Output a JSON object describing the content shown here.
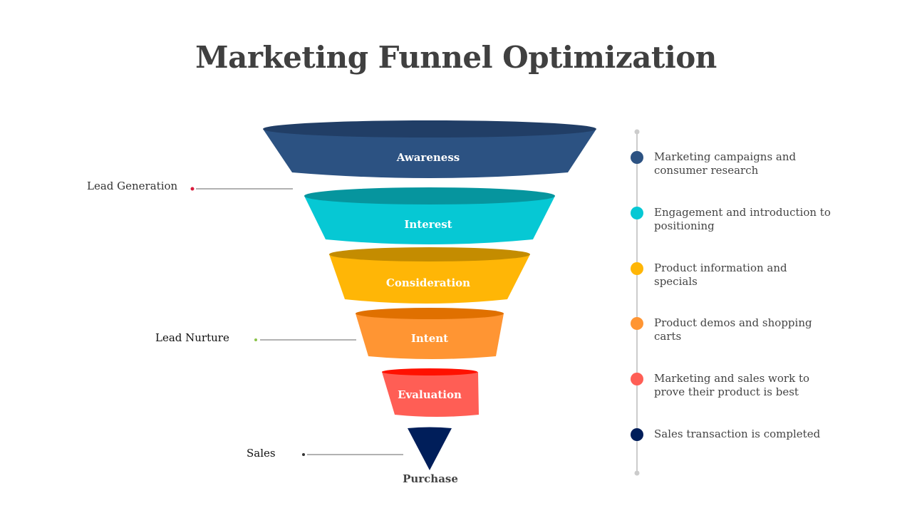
{
  "title": "Marketing Funnel Optimization",
  "stages": [
    {
      "label": "Awareness",
      "color": "#2C5282",
      "top_color": "#213E66",
      "description": "Marketing campaigns and consumer research"
    },
    {
      "label": "Interest",
      "color": "#06C8D4",
      "top_color": "#06959E",
      "description": "Engagement and introduction to positioning"
    },
    {
      "label": "Consideration",
      "color": "#FFB606",
      "top_color": "#C48C00",
      "description": "Product information and specials"
    },
    {
      "label": "Intent",
      "color": "#FF9533",
      "top_color": "#E07000",
      "description": "Product demos and shopping carts"
    },
    {
      "label": "Evaluation",
      "color": "#FF5E55",
      "top_color": "#FF1100",
      "description": "Marketing and sales work to prove their product is best"
    },
    {
      "label": "Purchase",
      "color": "#001E5A",
      "description": "Sales transaction is completed"
    }
  ],
  "side_labels": [
    {
      "label": "Lead Generation",
      "dot_color": "#D81B3C"
    },
    {
      "label": "Lead Nurture",
      "dot_color": "#8BC34A"
    },
    {
      "label": "Sales",
      "dot_color": "#333333"
    }
  ]
}
